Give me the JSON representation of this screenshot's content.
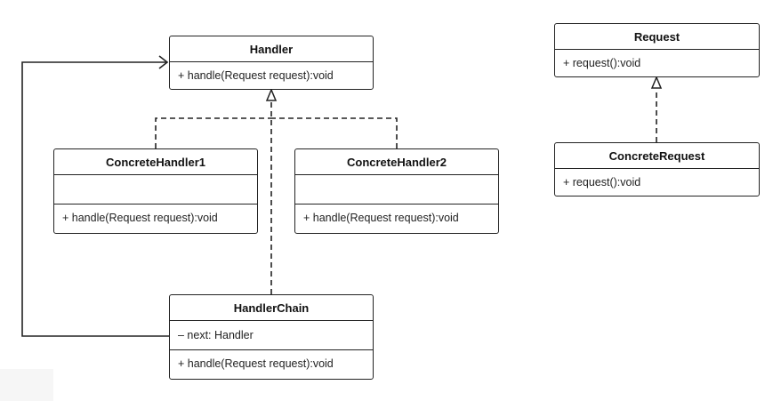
{
  "classes": {
    "handler": {
      "name": "Handler",
      "method": "+ handle(Request request):void"
    },
    "concrete_handler_1": {
      "name": "ConcreteHandler1",
      "attributes": "",
      "method": "+ handle(Request request):void"
    },
    "concrete_handler_2": {
      "name": "ConcreteHandler2",
      "attributes": "",
      "method": "+ handle(Request request):void"
    },
    "handler_chain": {
      "name": "HandlerChain",
      "attribute": "– next: Handler",
      "method": "+ handle(Request request):void"
    },
    "request": {
      "name": "Request",
      "method": "+ request():void"
    },
    "concrete_request": {
      "name": "ConcreteRequest",
      "method": "+ request():void"
    }
  },
  "relationships": [
    {
      "from": "ConcreteHandler1",
      "to": "Handler",
      "kind": "realization"
    },
    {
      "from": "ConcreteHandler2",
      "to": "Handler",
      "kind": "realization"
    },
    {
      "from": "HandlerChain",
      "to": "Handler",
      "kind": "realization"
    },
    {
      "from": "HandlerChain",
      "to": "Handler",
      "kind": "association"
    },
    {
      "from": "ConcreteRequest",
      "to": "Request",
      "kind": "realization"
    }
  ]
}
